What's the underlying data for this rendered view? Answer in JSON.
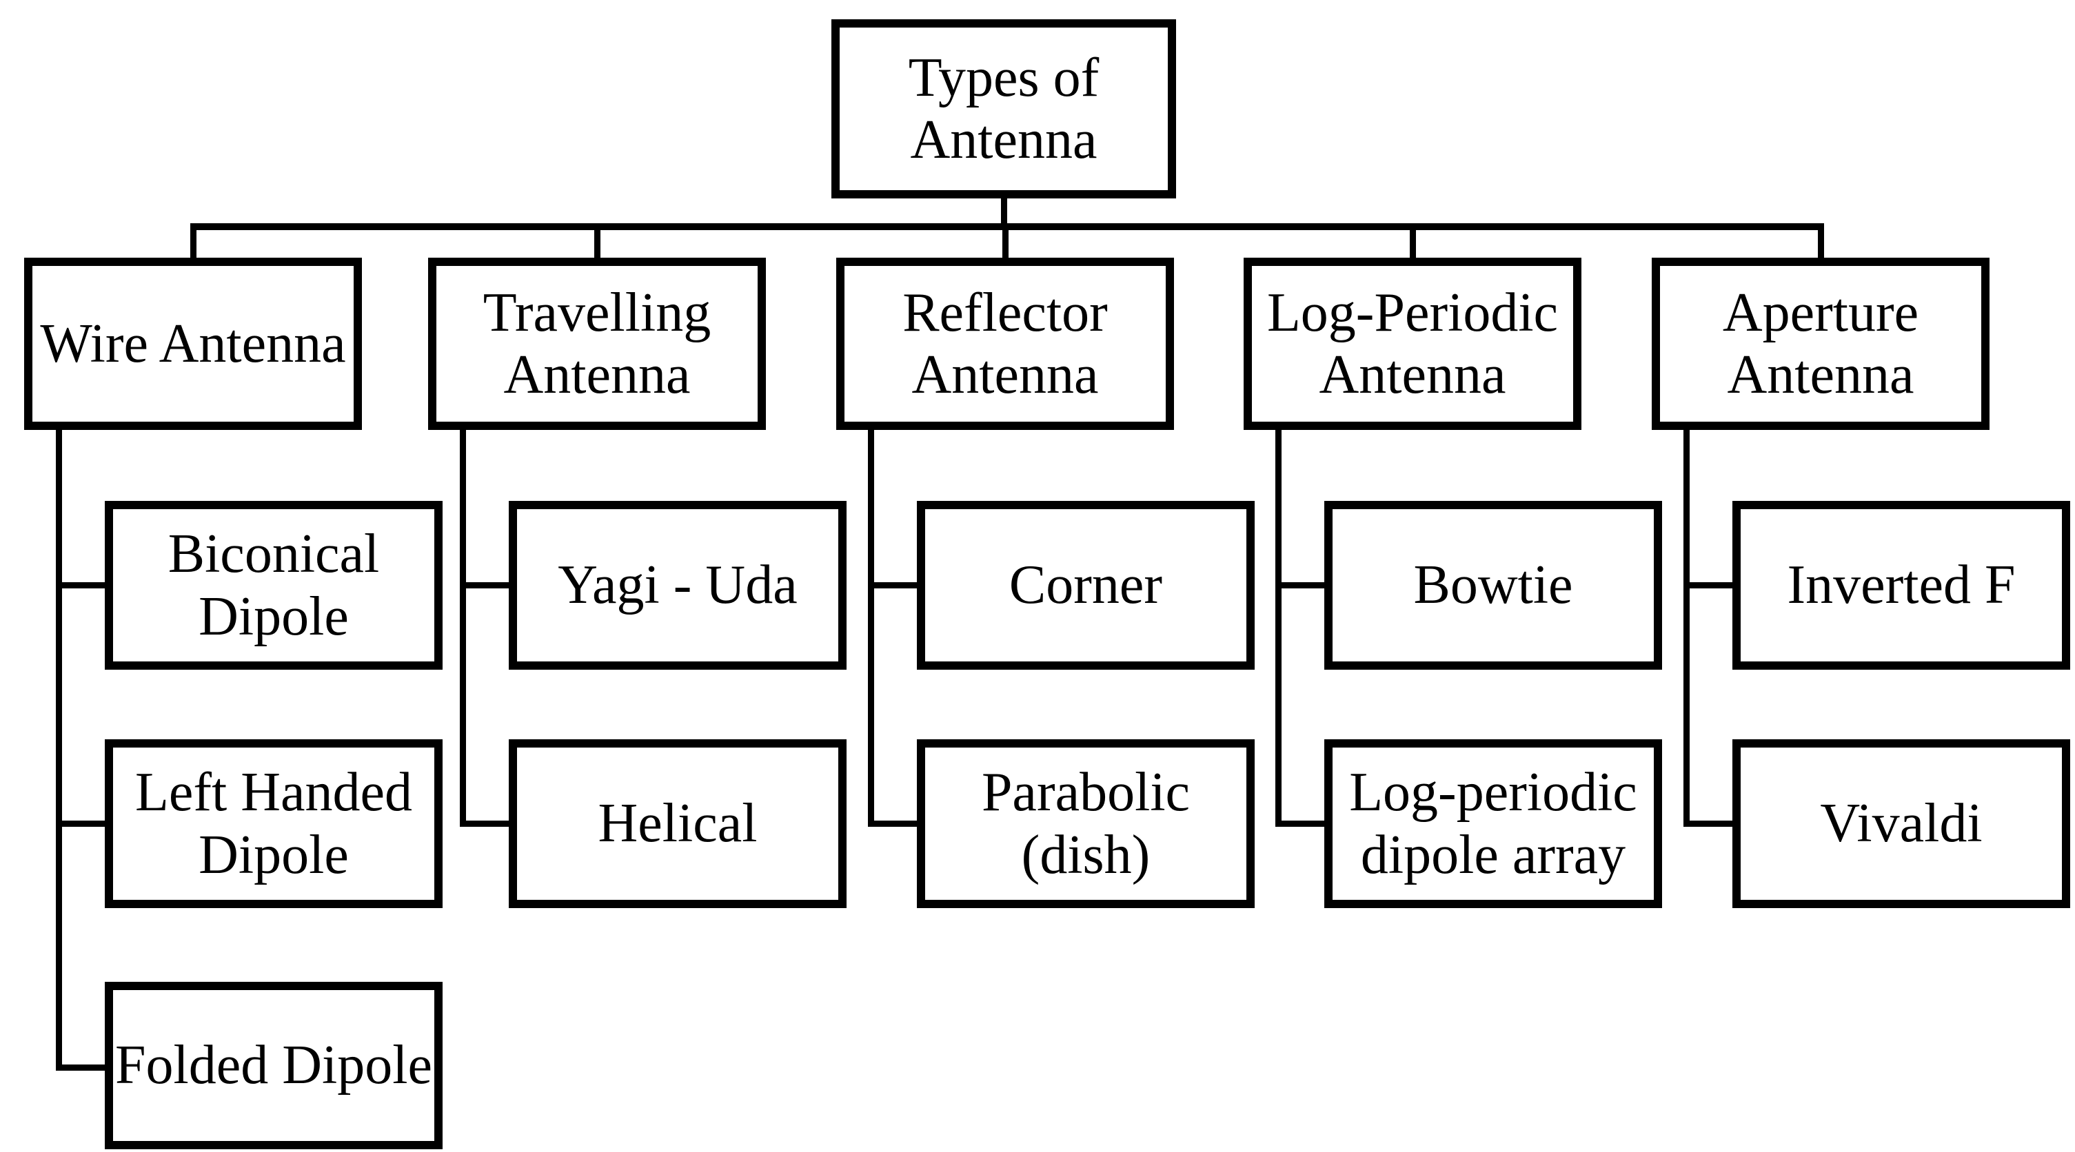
{
  "title": "Types of Antenna",
  "colors": {
    "border": "#000000",
    "text": "#000000",
    "background": "#ffffff"
  },
  "tree": {
    "root": {
      "label": "Types of Antenna"
    },
    "branches": [
      {
        "label": "Wire Antenna",
        "children": [
          {
            "label": "Biconical Dipole"
          },
          {
            "label": "Left Handed Dipole"
          },
          {
            "label": "Folded Dipole"
          }
        ]
      },
      {
        "label": "Travelling Antenna",
        "children": [
          {
            "label": "Yagi - Uda"
          },
          {
            "label": "Helical"
          }
        ]
      },
      {
        "label": "Reflector Antenna",
        "children": [
          {
            "label": "Corner"
          },
          {
            "label": "Parabolic (dish)"
          }
        ]
      },
      {
        "label": "Log-Periodic Antenna",
        "children": [
          {
            "label": "Bowtie"
          },
          {
            "label": "Log-periodic dipole array"
          }
        ]
      },
      {
        "label": "Aperture Antenna",
        "children": [
          {
            "label": "Inverted F"
          },
          {
            "label": "Vivaldi"
          }
        ]
      }
    ]
  }
}
